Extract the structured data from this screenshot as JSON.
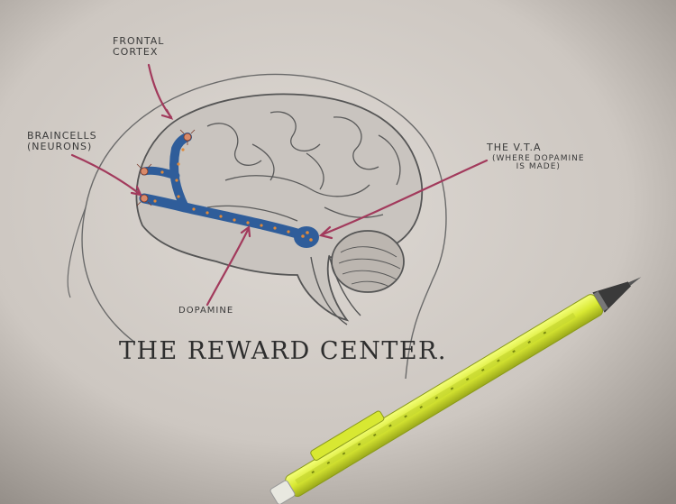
{
  "diagram": {
    "title": "The Reward Center.",
    "labels": {
      "frontal_cortex": "Frontal\nCortex",
      "brain_cells": "Braincells\n(Neurons)",
      "dopamine": "Dopamine",
      "vta": "The V.T.A",
      "vta_note": "(Where Dopamine\nis Made)"
    }
  },
  "colors": {
    "paper": "#d7d2cd",
    "pencil": "#4a4a4a",
    "arrow": "#a23a5c",
    "pathway": "#2f5d9a",
    "dots": "#e08a3a",
    "pencil_body": "#e6f24a"
  }
}
